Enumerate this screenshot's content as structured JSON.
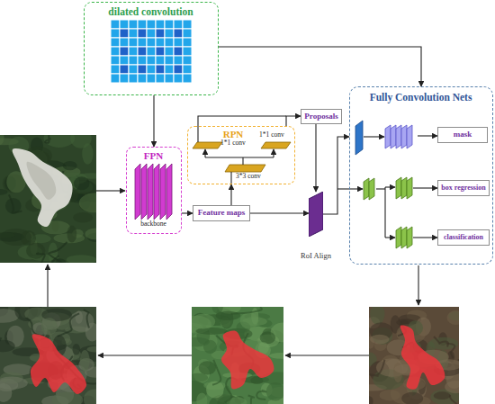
{
  "diagram": {
    "nodes": [
      {
        "text": [
          "dilated convolution"
        ]
      },
      {
        "text": [
          "FPN",
          "backbone"
        ]
      },
      {
        "text": [
          "RPN",
          "1*1 conv",
          "1*1 conv",
          "3*3 conv"
        ]
      },
      {
        "text": [
          "Proposals"
        ]
      },
      {
        "text": [
          "Feature maps"
        ]
      },
      {
        "text": [
          "RoI Align"
        ]
      },
      {
        "text": [
          "Fully Convolution Nets"
        ]
      },
      {
        "text": [
          "mask"
        ],
        "in": 6
      },
      {
        "text": [
          "box regression"
        ],
        "in": 6
      },
      {
        "text": [
          "classification"
        ],
        "in": 6
      }
    ],
    "edges": [
      {
        "from": 0,
        "to": 1,
        "arrow": "to"
      },
      {
        "from": 0,
        "to": 6,
        "arrow": "to"
      },
      {
        "from": 1,
        "to": 4,
        "arrow": "to"
      },
      {
        "from": 4,
        "to": 2,
        "arrow": "to"
      },
      {
        "from": 2,
        "to": 3,
        "arrow": "to"
      },
      {
        "from": 3,
        "to": 5,
        "arrow": "to"
      },
      {
        "from": 4,
        "to": 5,
        "arrow": "to"
      },
      {
        "from": 5,
        "to": 6,
        "arrow": "to"
      }
    ]
  }
}
